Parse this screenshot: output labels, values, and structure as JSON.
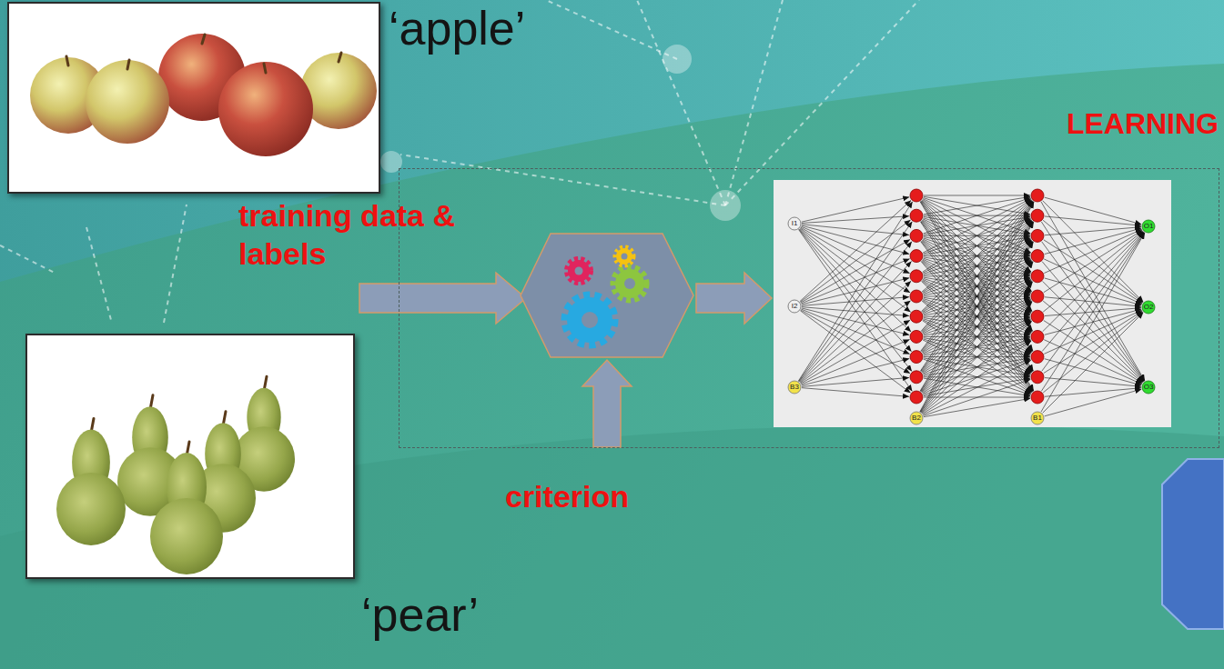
{
  "diagram": {
    "nodes": [
      {
        "text": [
          "‘apple’"
        ]
      },
      {
        "text": [
          "‘pear’"
        ]
      },
      {
        "text": [
          "LEARNING"
        ]
      }
    ],
    "labels": [
      "training data & labels",
      "criterion",
      "I1",
      "I2",
      "B3",
      "B2",
      "B1",
      "O1",
      "O2",
      "O3"
    ]
  }
}
